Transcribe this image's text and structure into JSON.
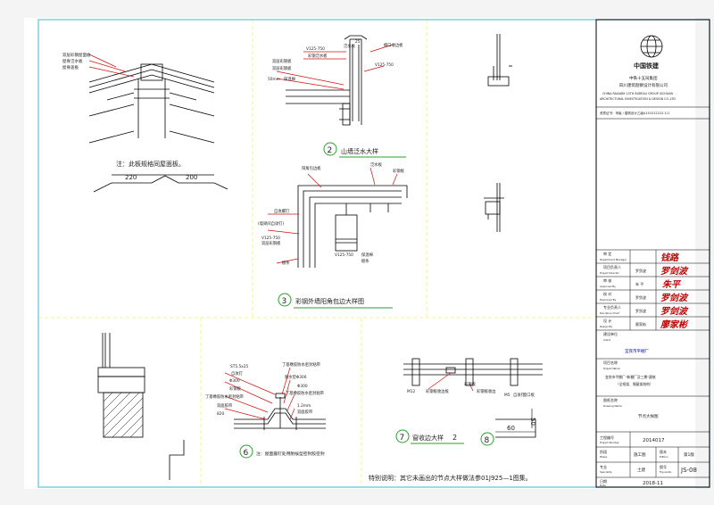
{
  "sheet": {
    "border_color": "#6ec6d9",
    "grid_color": "#f5f58a",
    "line_color": "#000000",
    "leader_color": "#d01010",
    "callout_color": "#2aa02a"
  },
  "details": {
    "eave_note": "注：此板规格同屋面板。",
    "dim_left": "220",
    "dim_right": "200",
    "d2_title": "山墙泛水大样",
    "d2_num": "2",
    "d3_title": "彩钢外墙阳角包边大样图",
    "d3_num": "3",
    "d6_num": "6",
    "d6_note": "注：屋面露钉处用耐候型密封胶密封",
    "d7_title": "窗收边大样",
    "d7_num": "7",
    "d7_sub": "2",
    "d8_num": "8",
    "dim_60": "60",
    "dim_50": "50",
    "special_note": "特别说明：其它未画出的节点大样做法参01J925—1图集。"
  },
  "labels": {
    "d1": [
      "双层彩钢屋面板",
      "屋脊泛水板",
      "屋脊盖板"
    ],
    "d2": [
      "25",
      "V125-750",
      "檐口收边板",
      "彩钢泛水板",
      "泛水板",
      "双层彩钢板",
      "V125-750",
      "保温棉",
      "50mm",
      "双层彩钢板"
    ],
    "d3": [
      "阳角包边板",
      "泛水板",
      "彩钢板",
      "自攻螺钉",
      "(墙梁间自攻钉)",
      "V125-750",
      "双层彩钢板",
      "V125-750",
      "保温棉",
      "檩条",
      "檩条"
    ],
    "d6": [
      "ST5.5x25",
      "自攻钉",
      "Φ300",
      "彩钢板",
      "丁基橡胶防水密封粘带",
      "双面胶带",
      "820",
      "丁基橡胶防水密封粘带",
      "防水垫Φ300",
      "Φ300",
      "丁基橡胶防水密封粘带",
      "1.2mm",
      "双面胶带"
    ],
    "d7": [
      "M12",
      "彩钢板",
      "彩钢板收边板",
      "M5",
      "自攻钉",
      "彩钢板收边",
      "窗口板"
    ]
  },
  "title_block": {
    "company_cn_1": "中铁十五局集团",
    "company_cn_2": "四川建筑勘察设计有限公司",
    "logo_text": "中国铁建",
    "company_en_1": "CHINA RAILWAY 15TH BUREAU GROUP SICHUAN",
    "company_en_2": "ARCHITECTURAL INVESTIGATION & DESIGN CO.,LTD",
    "cert_no": "资质证书：甲级 / 建筑设计乙级A151012222-1/1",
    "rows": [
      {
        "label": "审 定",
        "label_en": "Department Manager",
        "name": ""
      },
      {
        "label": "项目负责人",
        "label_en": "Project Director",
        "name": "罗剑波"
      },
      {
        "label": "审 核",
        "label_en": "Approved By",
        "name": "朱 平"
      },
      {
        "label": "校 对",
        "label_en": "Examined By",
        "name": "罗剑波"
      },
      {
        "label": "专业负责人",
        "label_en": "Discipline Chief",
        "name": "罗剑波"
      },
      {
        "label": "设 计",
        "label_en": "Design By",
        "name": "廖家彬"
      }
    ],
    "signatures": [
      "钱路",
      "罗剑波",
      "朱平",
      "罗剑波",
      "罗剑波",
      "廖家彬"
    ],
    "client_label": "建设单位",
    "client_label_en": "Client",
    "client_name": "宜宾市平棚厂",
    "project_label": "项目名称",
    "project_label_en": "Project Name",
    "project_name_1": "宜宾市平棚厂\"新棚厂及三期\"建筑",
    "project_name_2": "（全框架、钢屋架结构）",
    "drawing_label": "图纸名称",
    "drawing_label_en": "Drawing Name",
    "drawing_name": "节点大样图",
    "project_no_label": "工程编号",
    "project_no_label_en": "Project Number",
    "project_no": "2014017",
    "phase_label": "阶段",
    "phase_label_en": "Phase",
    "phase": "施工图",
    "edition_label": "版本",
    "edition_label_en": "Edition",
    "edition": "第1版",
    "specialty_label": "专业",
    "specialty_label_en": "Speciality",
    "specialty": "土建",
    "sheet_no_label": "图号",
    "sheet_no_label_en": "Figure No.",
    "sheet_no": "JS-08",
    "date_label": "日期",
    "date_label_en": "Date",
    "date": "2018-11"
  }
}
